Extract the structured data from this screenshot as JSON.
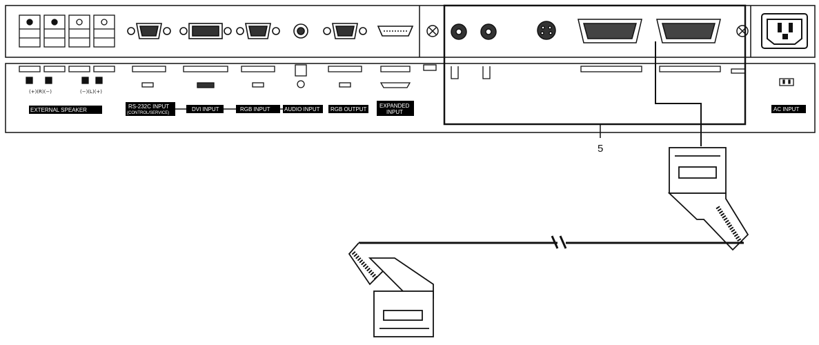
{
  "panel_labels": {
    "external_speaker": "EXTERNAL SPEAKER",
    "rs232c_line1": "RS-232C INPUT",
    "rs232c_line2": "(CONTROL/SERVICE)",
    "dvi_input": "DVI INPUT",
    "rgb_input": "RGB INPUT",
    "audio_input": "AUDIO INPUT",
    "rgb_output": "RGB OUTPUT",
    "expanded_line1": "EXPANDED",
    "expanded_line2": "INPUT",
    "ac_input": "AC INPUT"
  },
  "speaker_markers": {
    "right": "(+)(R)(−)",
    "left": "(−)(L)(+)"
  },
  "callout": "5",
  "colors": {
    "line": "#111111",
    "label_bg": "#000000",
    "label_text": "#ffffff",
    "background": "#ffffff"
  }
}
